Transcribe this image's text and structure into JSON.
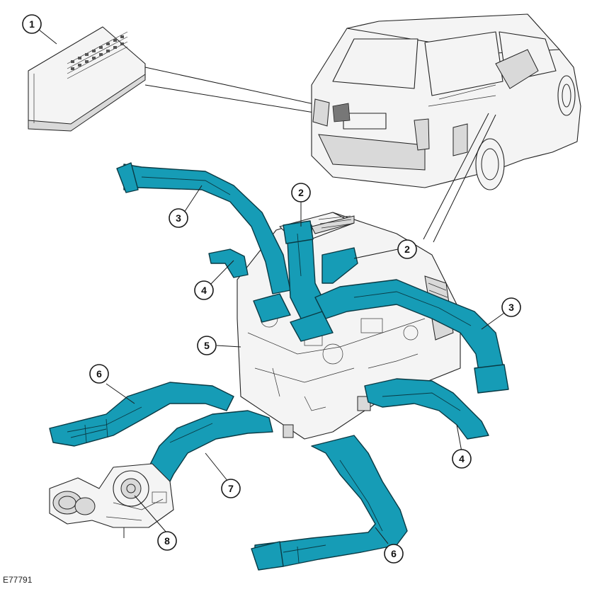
{
  "figure_ref": "E77791",
  "duct_color": "#169cb6",
  "callouts": [
    {
      "id": "c1",
      "label": "1"
    },
    {
      "id": "c2a",
      "label": "2"
    },
    {
      "id": "c2b",
      "label": "2"
    },
    {
      "id": "c3a",
      "label": "3"
    },
    {
      "id": "c3b",
      "label": "3"
    },
    {
      "id": "c4a",
      "label": "4"
    },
    {
      "id": "c4b",
      "label": "4"
    },
    {
      "id": "c5",
      "label": "5"
    },
    {
      "id": "c6a",
      "label": "6"
    },
    {
      "id": "c6b",
      "label": "6"
    },
    {
      "id": "c7",
      "label": "7"
    },
    {
      "id": "c8",
      "label": "8"
    }
  ]
}
